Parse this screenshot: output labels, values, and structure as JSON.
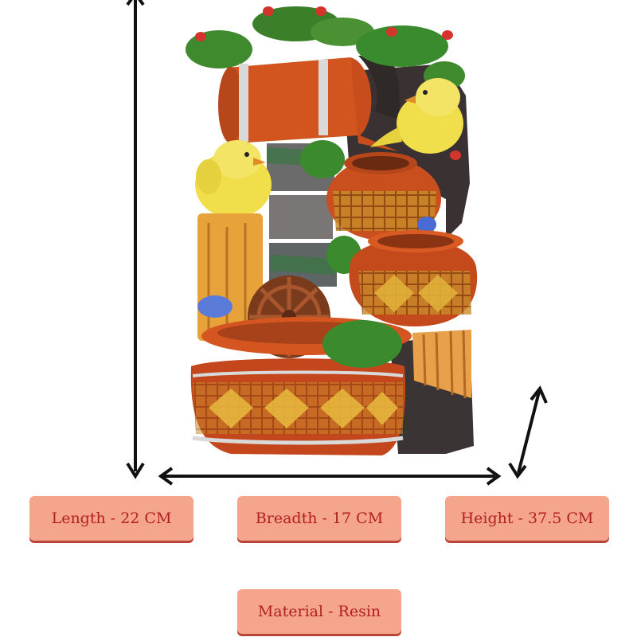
{
  "colors": {
    "tag_fill": "#f4a58c",
    "tag_text": "#b3201f",
    "tag_shadow": "#b8443a",
    "arrow": "#111111",
    "background": "#ffffff"
  },
  "product": {
    "figure_description": "resin tabletop water fountain with birds, pots and waterwheel"
  },
  "specs": {
    "length": "Length - 22 CM",
    "breadth": "Breadth - 17 CM",
    "height": "Height - 37.5 CM",
    "material": "Material - Resin"
  }
}
